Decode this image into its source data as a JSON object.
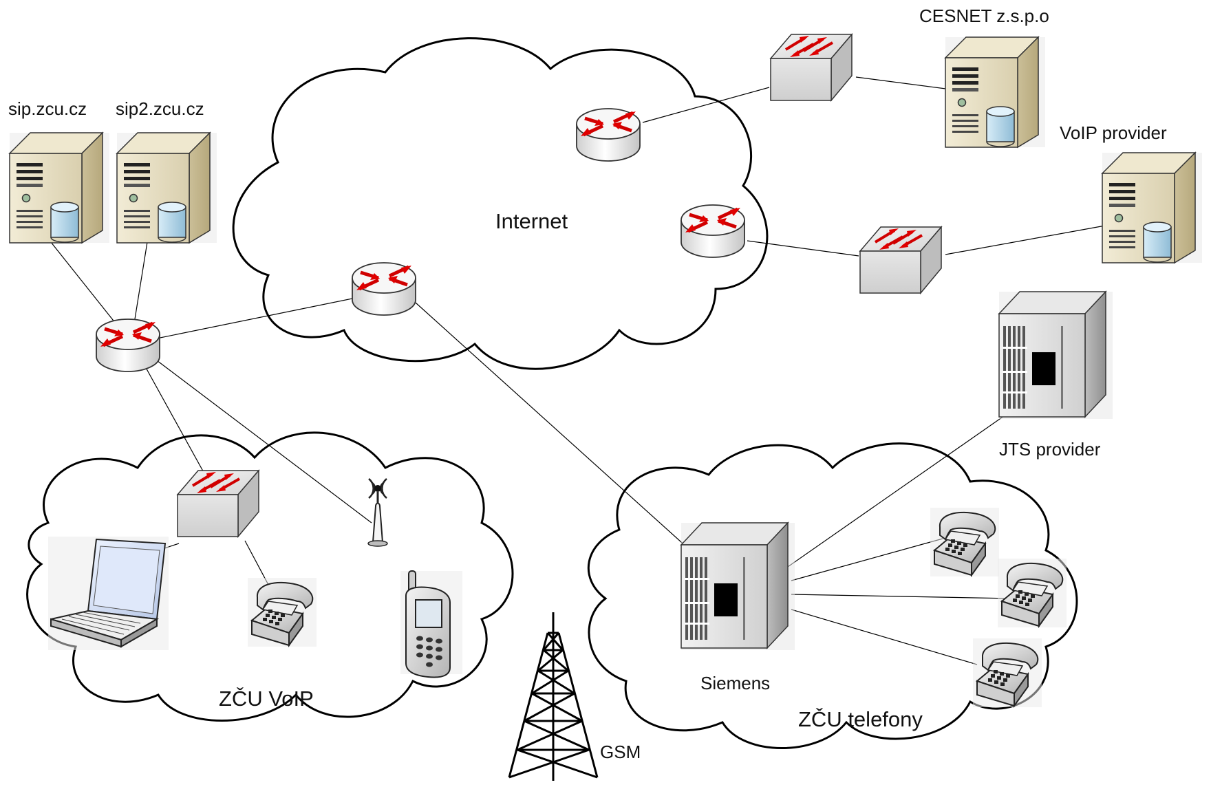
{
  "labels": {
    "sip": "sip.zcu.cz",
    "sip2": "sip2.zcu.cz",
    "cesnet": "CESNET z.s.p.o",
    "voip_provider": "VoIP provider",
    "internet": "Internet",
    "jts_provider": "JTS provider",
    "siemens": "Siemens",
    "zcu_voip": "ZČU VoIP",
    "zcu_telefony": "ZČU telefony",
    "gsm": "GSM"
  },
  "colors": {
    "router_arrow": "#e00000",
    "cloud_stroke": "#000000",
    "server_beige": "#e2d8ba",
    "disk_blue": "#b4d6ea",
    "pbx_gray": "#c8c8c8"
  },
  "icons": {
    "server": "server-icon",
    "router": "router-icon",
    "switch": "switch-icon",
    "pbx": "pbx-icon",
    "phone": "desk-phone-icon",
    "laptop": "laptop-icon",
    "mobile": "mobile-phone-icon",
    "antenna": "wifi-antenna-icon",
    "tower": "gsm-tower-icon",
    "cloud": "cloud-icon"
  }
}
